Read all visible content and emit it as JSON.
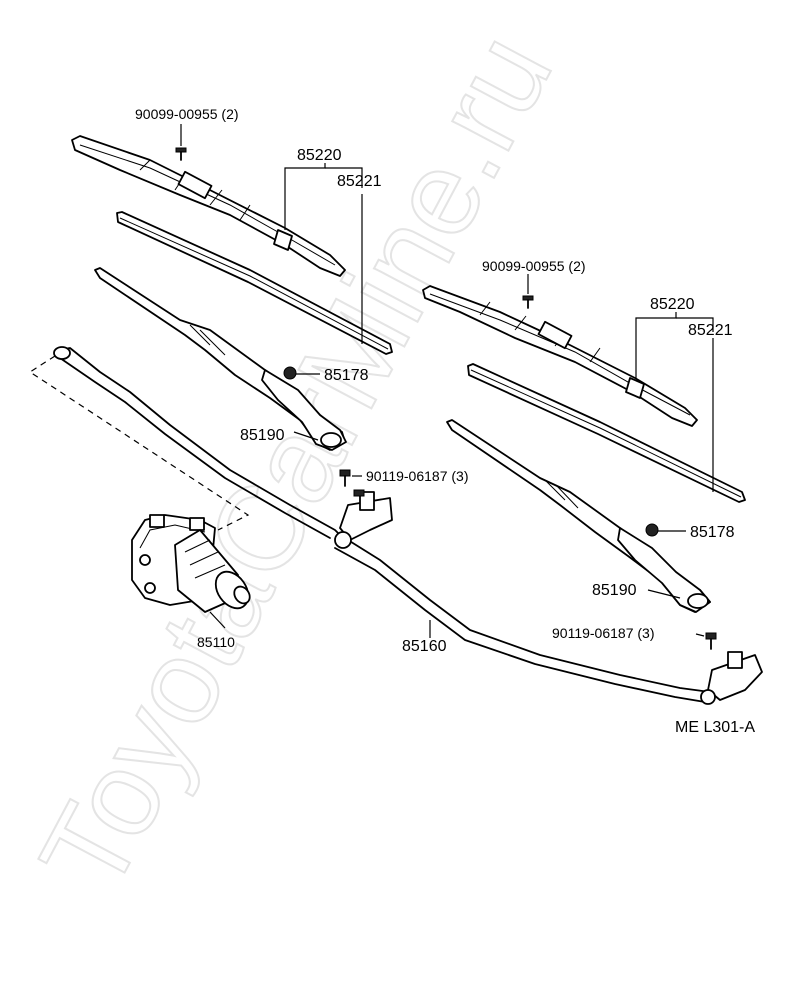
{
  "watermark": "ToyotaCarMine.ru",
  "diagram_code": "ME L301-A",
  "labels": {
    "screw_left": "90099-00955 (2)",
    "blade_left_a": "85220",
    "blade_left_b": "85221",
    "nut_left": "85178",
    "arm_left": "85190",
    "bolt_center": "90119-06187 (3)",
    "screw_right": "90099-00955 (2)",
    "blade_right_a": "85220",
    "blade_right_b": "85221",
    "nut_right": "85178",
    "arm_right": "85190",
    "motor": "85110",
    "link": "85160",
    "bolt_right": "90119-06187 (3)"
  }
}
